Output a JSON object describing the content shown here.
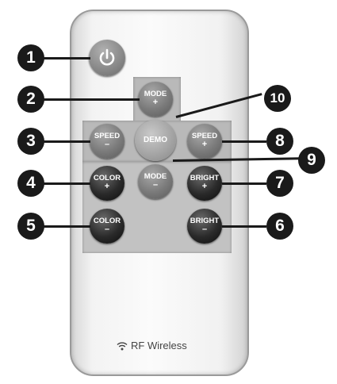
{
  "remote": {
    "power_icon": "power-icon",
    "footer": {
      "icon": "wifi-icon",
      "label": "RF Wireless"
    }
  },
  "buttons": {
    "mode_plus": {
      "label": "MODE",
      "sign": "+"
    },
    "demo": {
      "label": "DEMO"
    },
    "mode_minus": {
      "label": "MODE",
      "sign": "–"
    },
    "speed_minus": {
      "label": "SPEED",
      "sign": "–"
    },
    "speed_plus": {
      "label": "SPEED",
      "sign": "+"
    },
    "color_plus": {
      "label": "COLOR",
      "sign": "+"
    },
    "color_minus": {
      "label": "COLOR",
      "sign": "–"
    },
    "bright_plus": {
      "label": "BRIGHT",
      "sign": "+"
    },
    "bright_minus": {
      "label": "BRIGHT",
      "sign": "–"
    }
  },
  "callouts": [
    "1",
    "2",
    "3",
    "4",
    "5",
    "6",
    "7",
    "8",
    "9",
    "10"
  ]
}
